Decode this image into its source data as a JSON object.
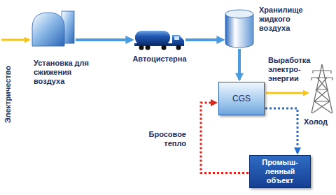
{
  "diagram": {
    "nodes": [
      {
        "text": [
          "Установка для сжижения воздуха"
        ]
      },
      {
        "text": [
          "Автоцистерна"
        ]
      },
      {
        "text": [
          "Хранилище жидкого воздуха"
        ]
      },
      {
        "text": [
          "CGS"
        ]
      },
      {
        "text": [
          "Промыш- ленный объект"
        ]
      }
    ],
    "edges": [
      {
        "from": 0,
        "to": 1,
        "arrow": "to"
      },
      {
        "from": 1,
        "to": 2,
        "arrow": "to"
      },
      {
        "from": 2,
        "to": 3,
        "arrow": "to"
      },
      {
        "from": 3,
        "to": 4,
        "arrow": "to",
        "label": "Холод"
      },
      {
        "from": 4,
        "to": 3,
        "arrow": "to",
        "label": "Бросовое тепло"
      }
    ],
    "labels": [
      "Электричество",
      "Выработка электро- энергии"
    ]
  }
}
